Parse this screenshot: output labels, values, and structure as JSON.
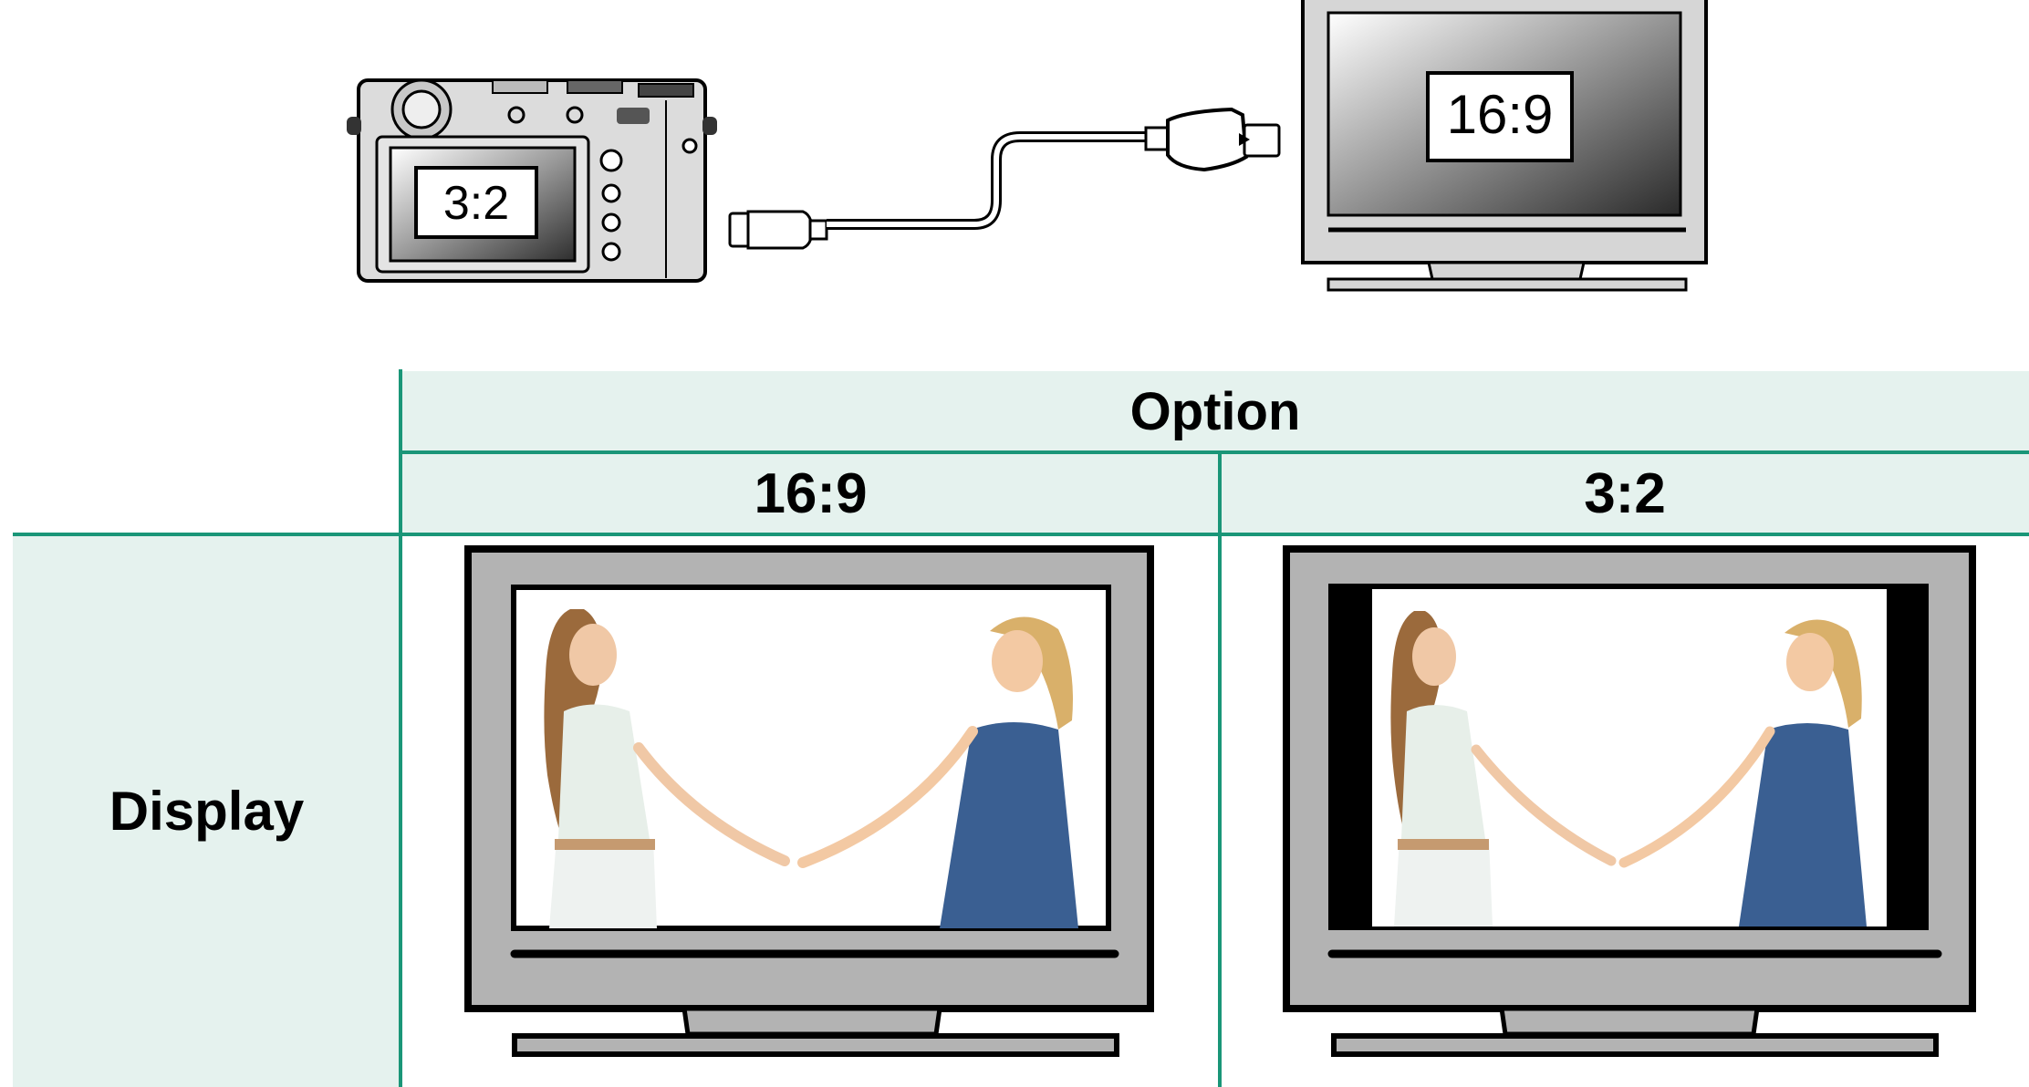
{
  "diagram": {
    "camera_screen_label": "3:2",
    "tv_screen_label": "16:9"
  },
  "table": {
    "option_header": "Option",
    "col_16_9": "16:9",
    "col_3_2": "3:2",
    "row_label": "Display"
  },
  "colors": {
    "table_header_bg": "#e5f2ee",
    "table_rule": "#1a9678",
    "tv_bezel": "#b3b3b3",
    "letterbox": "#000000"
  }
}
